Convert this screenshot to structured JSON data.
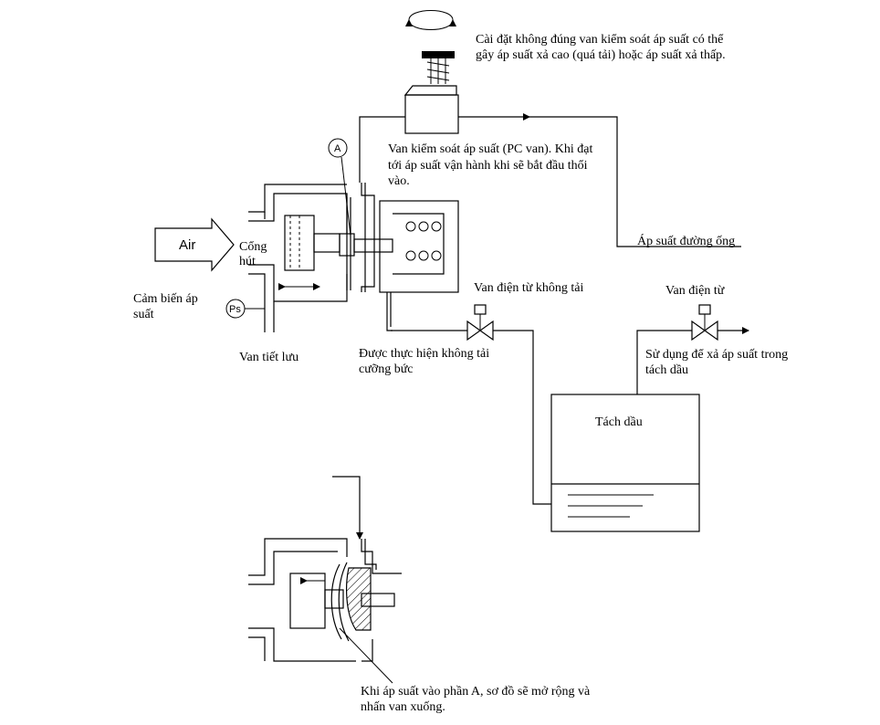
{
  "labels": {
    "regulator_note_1": "Cài đặt không đúng van kiểm soát áp suất có thể",
    "regulator_note_2": "gây áp suất xả cao (quá tải) hoặc áp suất xả thấp.",
    "pc_valve_1": "Van kiểm soát áp suất (PC van). Khi đạt",
    "pc_valve_2": "tới áp suất vận hành khi sẽ bắt đầu thổi",
    "pc_valve_3": "vào.",
    "marker_a": "A",
    "air": "Air",
    "inlet_1": "Cổng",
    "inlet_2": "hút",
    "line_pressure": "Áp suất đường ống",
    "unload_valve": "Van điện từ không tải",
    "solenoid_valve": "Van điện từ",
    "pressure_sensor_1": "Cảm biến áp",
    "pressure_sensor_2": "suất",
    "ps": "Ps",
    "throttle_valve": "Van tiết lưu",
    "forced_unload_1": "Được thực hiện không tải",
    "forced_unload_2": "cưỡng bức",
    "relief_use_1": "Sử dụng để xả áp suất trong",
    "relief_use_2": "tách dầu",
    "separator": "Tách dầu",
    "detail_note_1": "Khi áp suất vào phần A, sơ đồ sẽ mở rộng và",
    "detail_note_2": "nhấn van xuống."
  },
  "icons": {
    "rotate": "rotate-arrows-icon",
    "air_arrow": "air-inlet-arrow-icon",
    "valve": "solenoid-valve-icon"
  }
}
